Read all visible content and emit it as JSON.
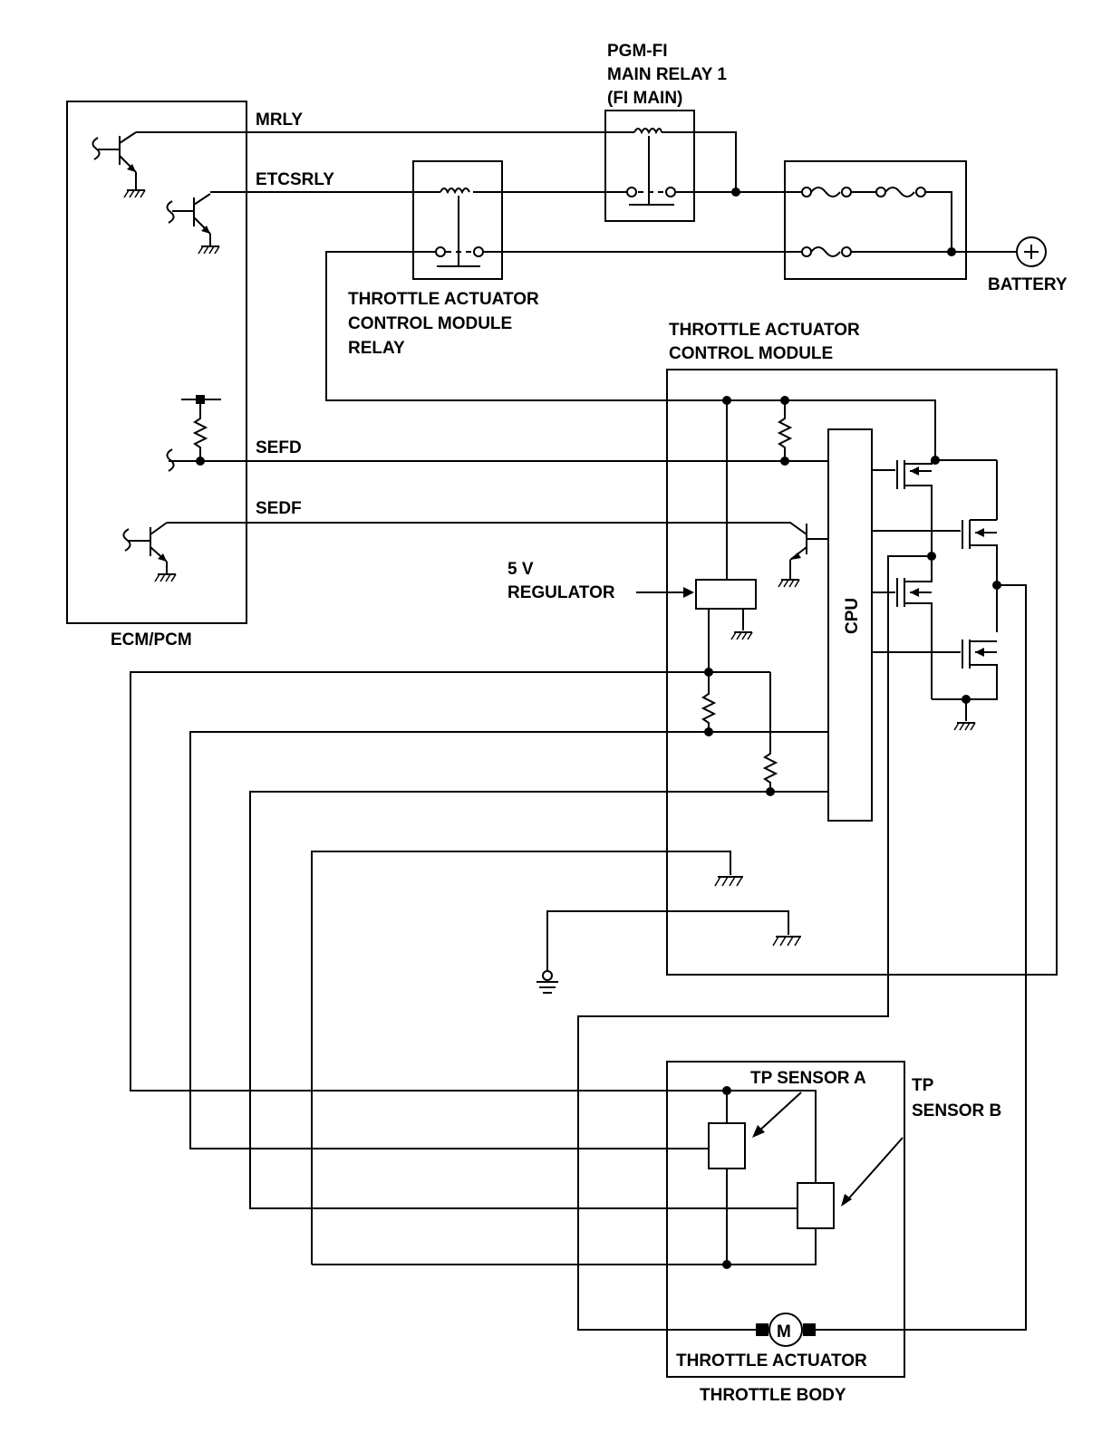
{
  "labels": {
    "pgmfi_line1": "PGM-FI",
    "pgmfi_line2": "MAIN RELAY 1",
    "pgmfi_line3": "(FI MAIN)",
    "mrly": "MRLY",
    "etcsrly": "ETCSRLY",
    "tacm_relay_line1": "THROTTLE ACTUATOR",
    "tacm_relay_line2": "CONTROL MODULE",
    "tacm_relay_line3": "RELAY",
    "battery": "BATTERY",
    "tacm_line1": "THROTTLE ACTUATOR",
    "tacm_line2": "CONTROL MODULE",
    "sefd": "SEFD",
    "sedf": "SEDF",
    "reg_line1": "5 V",
    "reg_line2": "REGULATOR",
    "ecm": "ECM/PCM",
    "cpu": "CPU",
    "tp_a": "TP SENSOR A",
    "tp_b_line1": "TP",
    "tp_b_line2": "SENSOR B",
    "motor": "M",
    "throttle_actuator": "THROTTLE ACTUATOR",
    "throttle_body": "THROTTLE BODY"
  }
}
